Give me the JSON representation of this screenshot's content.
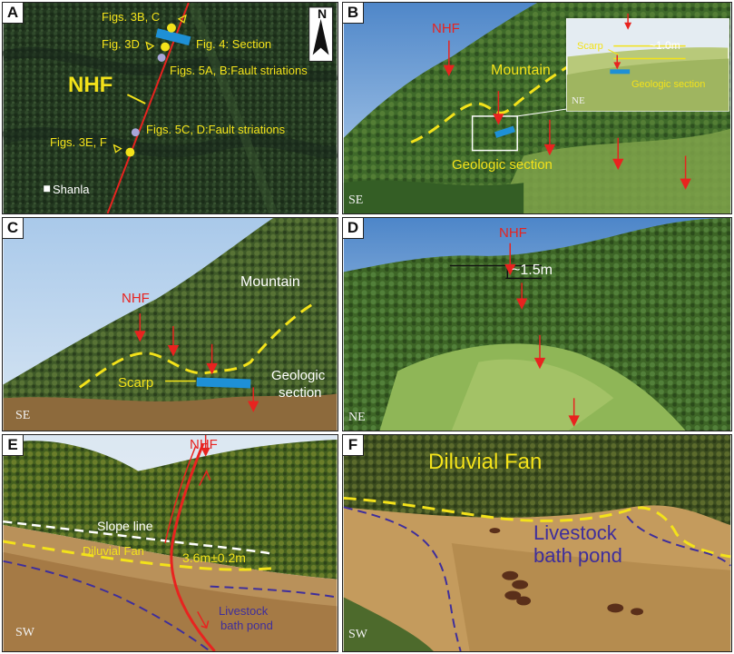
{
  "panels": {
    "A": {
      "label": "A",
      "fault": "NHF",
      "north": "N",
      "sites": {
        "figs_3bc": "Figs. 3B, C",
        "fig_3d": "Fig. 3D",
        "fig_4": "Fig. 4: Section",
        "figs_5ab": "Figs. 5A, B:Fault striations",
        "figs_5cd": "Figs. 5C, D:Fault striations",
        "figs_3ef": "Figs. 3E, F"
      },
      "village": "Shanla"
    },
    "B": {
      "label": "B",
      "fault": "NHF",
      "mountain": "Mountain",
      "section": "Geologic section",
      "inset_scarp": "Scarp",
      "inset_height": "~1.0m",
      "inset_section": "Geologic section",
      "inset_orient": "NE",
      "orient": "SE"
    },
    "C": {
      "label": "C",
      "fault": "NHF",
      "mountain": "Mountain",
      "scarp": "Scarp",
      "section_line1": "Geologic",
      "section_line2": "section",
      "orient": "SE"
    },
    "D": {
      "label": "D",
      "fault": "NHF",
      "height": "~1.5m",
      "orient": "NE"
    },
    "E": {
      "label": "E",
      "fault": "NHF",
      "slope": "Slope line",
      "fan": "Diluvial Fan",
      "offset": "3.6m±0.2m",
      "pond_line1": "Livestock",
      "pond_line2": "bath pond",
      "orient": "SW"
    },
    "F": {
      "label": "F",
      "fan": "Diluvial Fan",
      "pond_line1": "Livestock",
      "pond_line2": "bath pond",
      "orient": "SW"
    }
  },
  "colors": {
    "label_yellow": "#f3e21a",
    "fault_red": "#e8231f",
    "section_blue": "#1e90d6",
    "boundary_purple": "#3e2e9c"
  }
}
